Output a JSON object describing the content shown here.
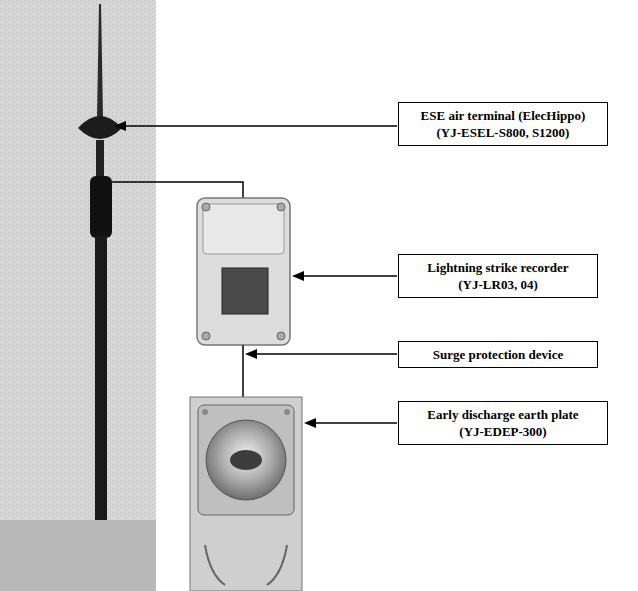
{
  "diagram": {
    "nodes": [
      {
        "text": [
          "ESE air terminal (ElecHippo)",
          "(YJ-ESEL-S800, S1200)"
        ]
      },
      {
        "text": [
          "Lightning strike recorder",
          "(YJ-LR03, 04)"
        ]
      },
      {
        "text": [
          "Surge protection device"
        ]
      },
      {
        "text": [
          "Early discharge earth plate",
          "(YJ-EDEP-300)"
        ]
      }
    ]
  }
}
